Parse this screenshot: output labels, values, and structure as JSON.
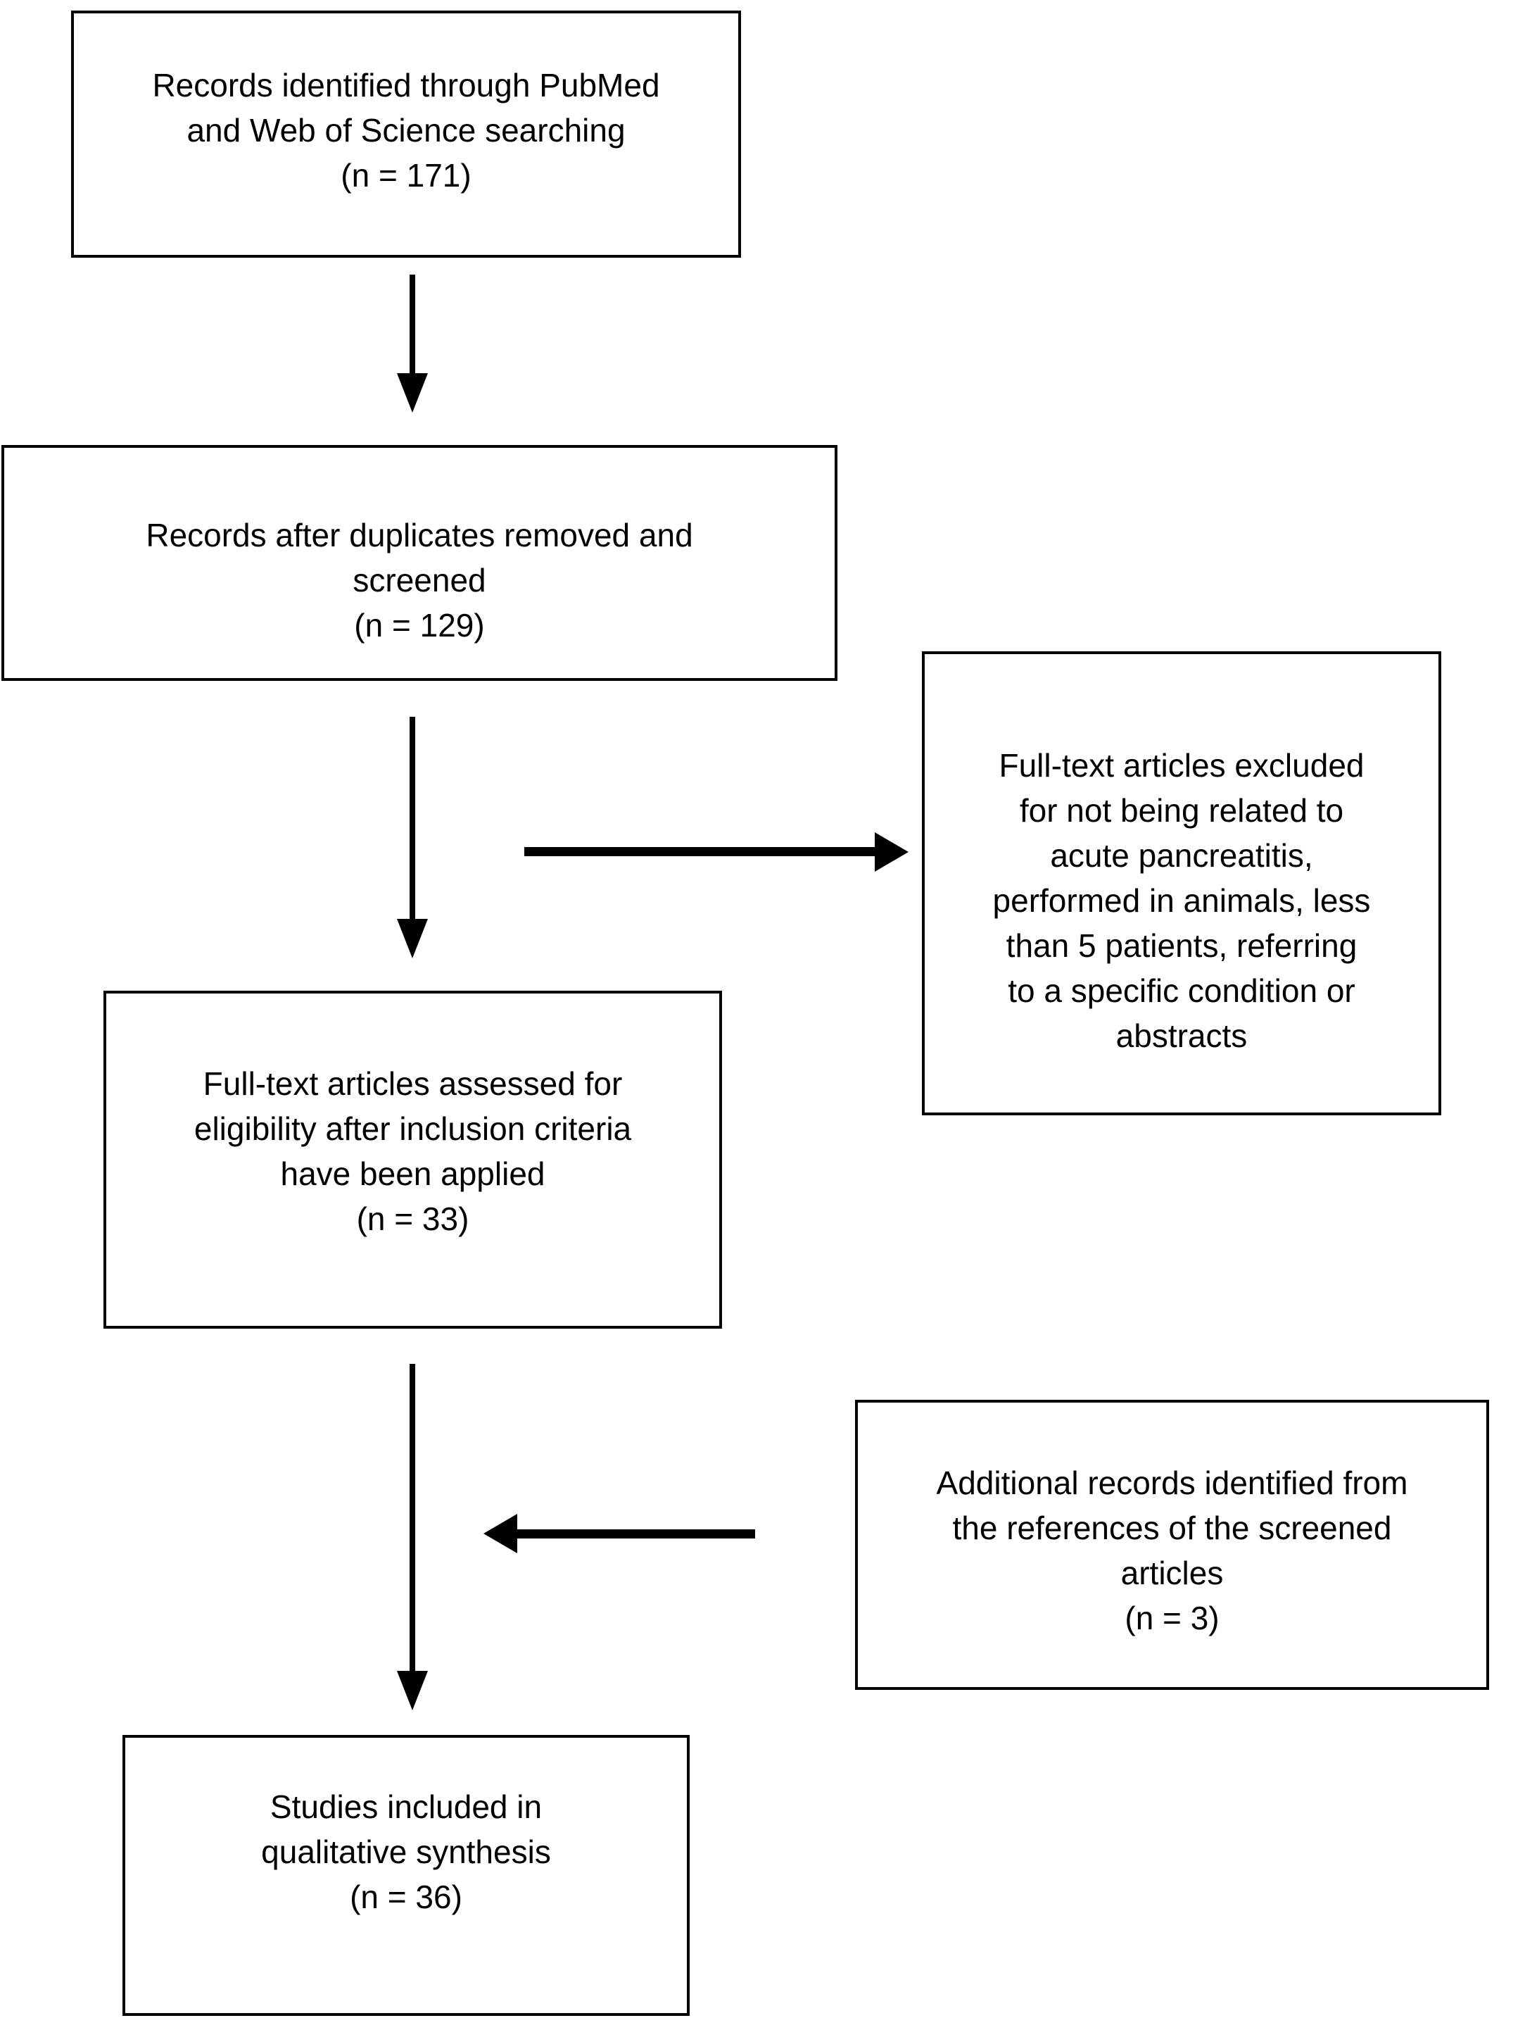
{
  "diagram": {
    "background_color": "#ffffff",
    "line_color": "#000000",
    "text_color": "#000000",
    "boxes": [
      {
        "id": "records-identified",
        "n": 171,
        "lines": [
          "Records identified through PubMed",
          "and Web of Science searching",
          "(n = 171)"
        ]
      },
      {
        "id": "records-screened",
        "n": 129,
        "lines": [
          "Records after duplicates removed and",
          "screened",
          "(n = 129)"
        ]
      },
      {
        "id": "fulltext-excluded",
        "lines": [
          "Full-text articles excluded",
          "for not being related to",
          "acute pancreatitis,",
          "performed in animals, less",
          "than 5 patients, referring",
          "to a specific condition or",
          "abstracts"
        ]
      },
      {
        "id": "fulltext-assessed",
        "n": 33,
        "lines": [
          "Full-text articles assessed for",
          "eligibility after inclusion criteria",
          "have been applied",
          "(n = 33)"
        ]
      },
      {
        "id": "additional-records",
        "n": 3,
        "lines": [
          "Additional records identified from",
          "the references of the screened",
          "articles",
          "(n = 3)"
        ]
      },
      {
        "id": "studies-included",
        "n": 36,
        "lines": [
          "Studies included in",
          "qualitative synthesis",
          "(n = 36)"
        ]
      }
    ],
    "arrows": [
      {
        "id": "identified-to-screened",
        "direction": "down",
        "from": "records-identified",
        "to": "records-screened"
      },
      {
        "id": "screened-to-assessed",
        "direction": "down",
        "from": "records-screened",
        "to": "fulltext-assessed"
      },
      {
        "id": "screened-to-excluded",
        "direction": "right",
        "from": "records-screened",
        "to": "fulltext-excluded"
      },
      {
        "id": "assessed-to-included",
        "direction": "down",
        "from": "fulltext-assessed",
        "to": "studies-included"
      },
      {
        "id": "additional-to-flow",
        "direction": "left",
        "from": "additional-records",
        "to": "studies-included"
      }
    ]
  }
}
